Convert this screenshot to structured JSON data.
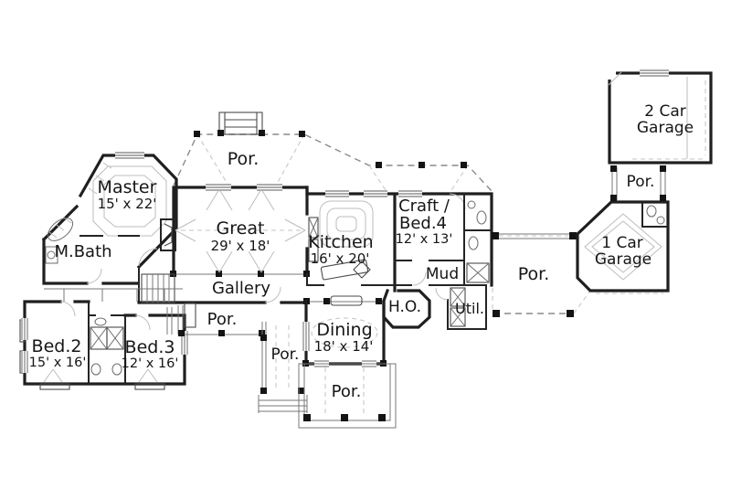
{
  "plan": {
    "colors": {
      "background": "#ffffff",
      "wall_ink": "#1f1f1f",
      "light_line": "#bdbdbd",
      "dash_line": "#8a8a8a"
    },
    "rooms": {
      "master": {
        "name": "Master",
        "dims": "15' x 22'"
      },
      "m_bath": {
        "name": "M.Bath"
      },
      "great": {
        "name": "Great",
        "dims": "29' x 18'"
      },
      "gallery": {
        "name": "Gallery"
      },
      "kitchen": {
        "name": "Kitchen",
        "dims": "16' x 20'"
      },
      "craft_bed4": {
        "name_top": "Craft /",
        "name_bottom": "Bed.4",
        "dims": "12' x 13'"
      },
      "mud": {
        "name": "Mud"
      },
      "home_office": {
        "name": "H.O."
      },
      "utility": {
        "name": "Util."
      },
      "dining": {
        "name": "Dining",
        "dims": "18' x 14'"
      },
      "bed2": {
        "name": "Bed.2",
        "dims": "15' x 16'"
      },
      "bed3": {
        "name": "Bed.3",
        "dims": "12' x 16'"
      },
      "garage_1car": {
        "name_top": "1 Car",
        "name_bottom": "Garage"
      },
      "garage_2car": {
        "name_top": "2 Car",
        "name_bottom": "Garage"
      },
      "porch": {
        "name": "Por."
      }
    }
  }
}
